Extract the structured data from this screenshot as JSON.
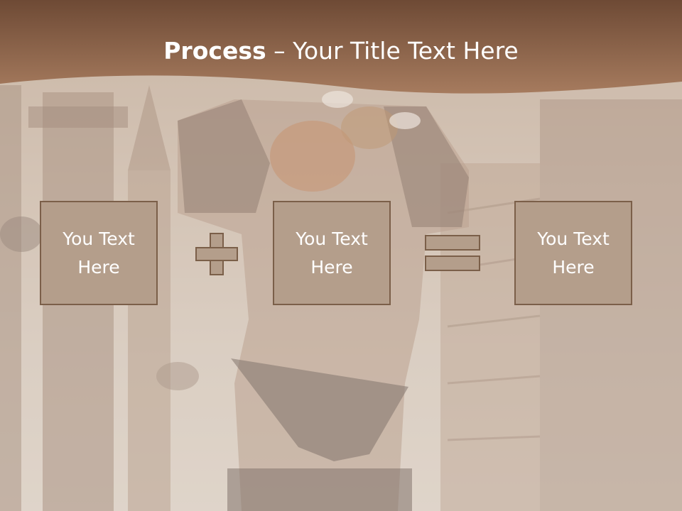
{
  "slide": {
    "title_bold": "Process",
    "title_separator": " – ",
    "title_rest": "Your Title Text Here"
  },
  "process": {
    "boxes": [
      {
        "text": "You Text\nHere"
      },
      {
        "text": "You Text\nHere"
      },
      {
        "text": "You Text\nHere"
      }
    ],
    "operators": [
      "plus-icon",
      "equals-icon"
    ]
  },
  "colors": {
    "header": "#9a7055",
    "box_fill": "#b49e8b",
    "box_border": "#7b5f49",
    "text": "#ffffff"
  }
}
